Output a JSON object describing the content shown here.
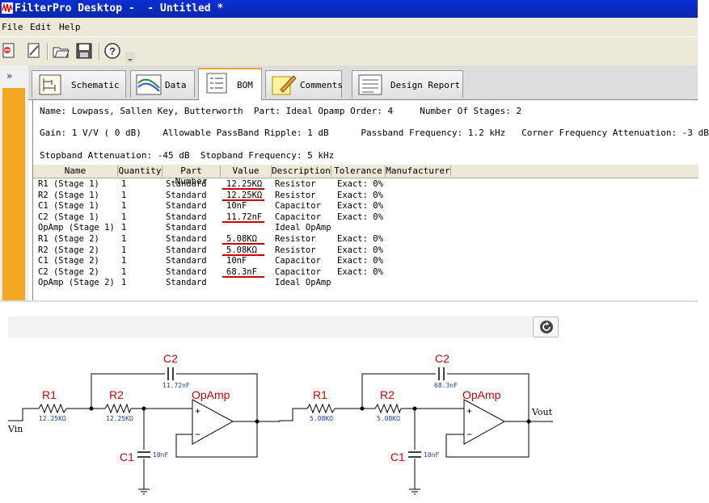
{
  "window": {
    "title": "FilterPro Desktop -  - Untitled *"
  },
  "menu": [
    "File",
    "Edit",
    "Help"
  ],
  "toolbar": {
    "icons": [
      "new-icon",
      "new-design-icon",
      "open-folder-icon",
      "save-icon",
      "help-icon"
    ]
  },
  "collapse_label": "»",
  "tabs": [
    {
      "label": "Schematic",
      "icon": "schematic-icon"
    },
    {
      "label": "Data",
      "icon": "data-plot-icon"
    },
    {
      "label": "BOM",
      "icon": "bom-icon",
      "active": true
    },
    {
      "label": "Comments",
      "icon": "comments-icon"
    },
    {
      "label": "Design Report",
      "icon": "report-icon"
    }
  ],
  "summary": {
    "name_label": "Name:",
    "name": "Lowpass, Sallen Key, Butterworth",
    "part_label": "Part:",
    "part": "Ideal Opamp",
    "order_label": "Order:",
    "order": "4",
    "stages_label": "Number Of Stages:",
    "stages": "2",
    "gain_label": "Gain:",
    "gain": "1 V/V ( 0 dB)",
    "ripple_label": "Allowable PassBand Ripple:",
    "ripple": "1 dB",
    "pbf_label": "Passband Frequency:",
    "pbf": "1.2 kHz",
    "cfa_label": "Corner Frequency Attenuation:",
    "cfa": "-3 dB",
    "sba_label": "Stopband Attenuation:",
    "sba": "-45 dB",
    "sbf_label": "Stopband Frequency:",
    "sbf": "5 kHz"
  },
  "bom": {
    "columns": [
      "Name",
      "Quantity",
      "Part Number",
      "Value",
      "Description",
      "Tolerance",
      "Manufacturer"
    ],
    "rows": [
      [
        "R1 (Stage 1)",
        "1",
        "Standard",
        "12.25KΩ",
        "Resistor",
        "Exact: 0%"
      ],
      [
        "R2 (Stage 1)",
        "1",
        "Standard",
        "12.25KΩ",
        "Resistor",
        "Exact: 0%"
      ],
      [
        "C1 (Stage 1)",
        "1",
        "Standard",
        "10nF",
        "Capacitor",
        "Exact: 0%"
      ],
      [
        "C2 (Stage 1)",
        "1",
        "Standard",
        "11.72nF",
        "Capacitor",
        "Exact: 0%"
      ],
      [
        "OpAmp (Stage 1)",
        "1",
        "Standard",
        "",
        "Ideal OpAmp",
        ""
      ],
      [
        "R1 (Stage 2)",
        "1",
        "Standard",
        "5.08KΩ",
        "Resistor",
        "Exact: 0%"
      ],
      [
        "R2 (Stage 2)",
        "1",
        "Standard",
        "5.08KΩ",
        "Resistor",
        "Exact: 0%"
      ],
      [
        "C1 (Stage 2)",
        "1",
        "Standard",
        "10nF",
        "Capacitor",
        "Exact: 0%"
      ],
      [
        "C2 (Stage 2)",
        "1",
        "Standard",
        "68.3nF",
        "Capacitor",
        "Exact: 0%"
      ],
      [
        "OpAmp (Stage 2)",
        "1",
        "Standard",
        "",
        "Ideal OpAmp",
        ""
      ]
    ],
    "underlined_rows": [
      0,
      1,
      3,
      5,
      6,
      8
    ]
  },
  "schematic": {
    "stage1": {
      "c2": "C2",
      "c2_val": "11.72nF",
      "r1": "R1",
      "r1_val": "12.25KΩ",
      "r2": "R2",
      "r2_val": "12.25KΩ",
      "opamp": "OpAmp",
      "c1": "C1",
      "c1_val": "10nF"
    },
    "stage2": {
      "c2": "C2",
      "c2_val": "68.3nF",
      "r1": "R1",
      "r1_val": "5.08KΩ",
      "r2": "R2",
      "r2_val": "5.08KΩ",
      "opamp": "OpAmp",
      "c1": "C1",
      "c1_val": "10nF"
    },
    "vin": "Vin",
    "vout": "Vout",
    "plus": "+",
    "minus": "−"
  },
  "colors": {
    "label_red": "#cc0000",
    "value_blue": "#1a3fb0",
    "accent_orange": "#f5a623",
    "titlebar": "#0a26a8"
  }
}
